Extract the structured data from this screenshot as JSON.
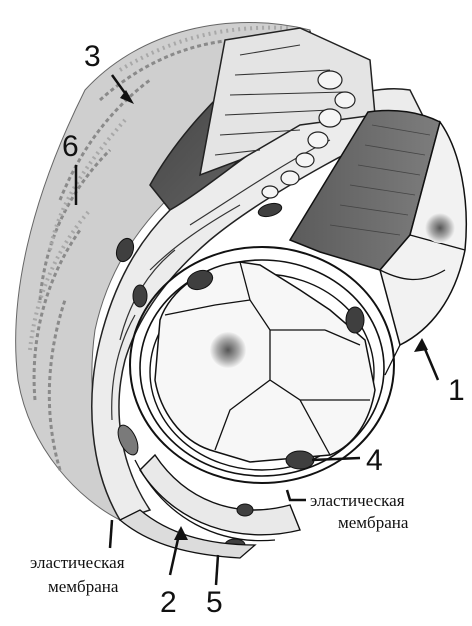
{
  "figure": {
    "labels": {
      "n1": "1",
      "n2": "2",
      "n3": "3",
      "n4": "4",
      "n5": "5",
      "n6": "6"
    },
    "membrane_right": {
      "line1": "эластическая",
      "line2": "мембрана"
    },
    "membrane_left": {
      "line1": "эластическая",
      "line2": "мембрана"
    }
  },
  "colors": {
    "ink": "#111111",
    "pale": "#e6e6e6",
    "mid_gray": "#8a8a8a",
    "dark_band": "#5a5a5a",
    "nucleus": "#3a3a3a"
  }
}
